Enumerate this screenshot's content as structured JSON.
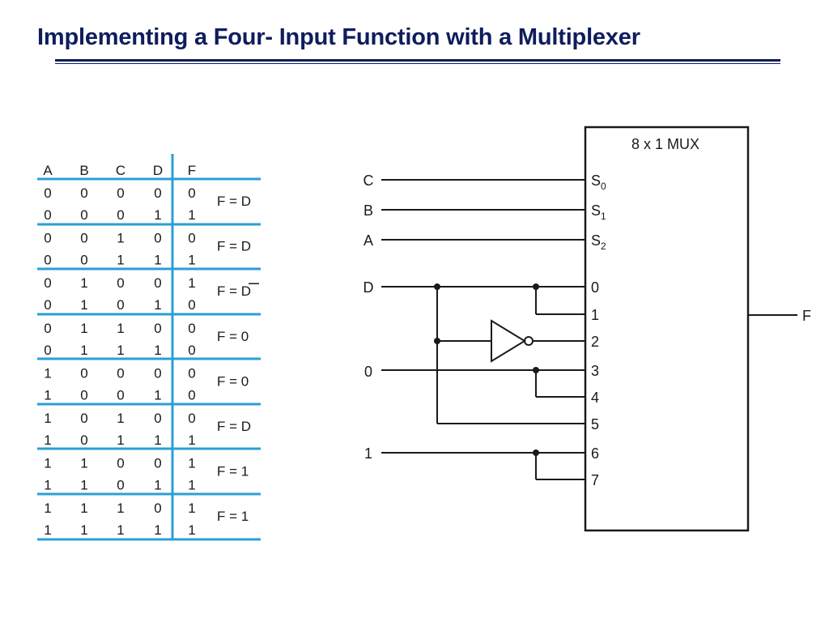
{
  "title": "Implementing a Four- Input Function with a Multiplexer",
  "truth_table": {
    "headers": [
      "A",
      "B",
      "C",
      "D",
      "F"
    ],
    "rows": [
      [
        "0",
        "0",
        "0",
        "0",
        "0"
      ],
      [
        "0",
        "0",
        "0",
        "1",
        "1"
      ],
      [
        "0",
        "0",
        "1",
        "0",
        "0"
      ],
      [
        "0",
        "0",
        "1",
        "1",
        "1"
      ],
      [
        "0",
        "1",
        "0",
        "0",
        "1"
      ],
      [
        "0",
        "1",
        "0",
        "1",
        "0"
      ],
      [
        "0",
        "1",
        "1",
        "0",
        "0"
      ],
      [
        "0",
        "1",
        "1",
        "1",
        "0"
      ],
      [
        "1",
        "0",
        "0",
        "0",
        "0"
      ],
      [
        "1",
        "0",
        "0",
        "1",
        "0"
      ],
      [
        "1",
        "0",
        "1",
        "0",
        "0"
      ],
      [
        "1",
        "0",
        "1",
        "1",
        "1"
      ],
      [
        "1",
        "1",
        "0",
        "0",
        "1"
      ],
      [
        "1",
        "1",
        "0",
        "1",
        "1"
      ],
      [
        "1",
        "1",
        "1",
        "0",
        "1"
      ],
      [
        "1",
        "1",
        "1",
        "1",
        "1"
      ]
    ],
    "groups": [
      "F = D",
      "F = D",
      "F = D",
      "F = 0",
      "F = 0",
      "F = D",
      "F = 1",
      "F = 1"
    ],
    "groups_overbar": [
      false,
      false,
      true,
      false,
      false,
      false,
      false,
      false
    ],
    "line_color": "#2a9fd6"
  },
  "circuit": {
    "mux_label": "8 x 1 MUX",
    "select_pins": [
      {
        "base": "S",
        "sub": "0"
      },
      {
        "base": "S",
        "sub": "1"
      },
      {
        "base": "S",
        "sub": "2"
      }
    ],
    "data_pins": [
      "0",
      "1",
      "2",
      "3",
      "4",
      "5",
      "6",
      "7"
    ],
    "inputs": [
      "C",
      "B",
      "A",
      "D",
      "0",
      "1"
    ],
    "output": "F"
  }
}
